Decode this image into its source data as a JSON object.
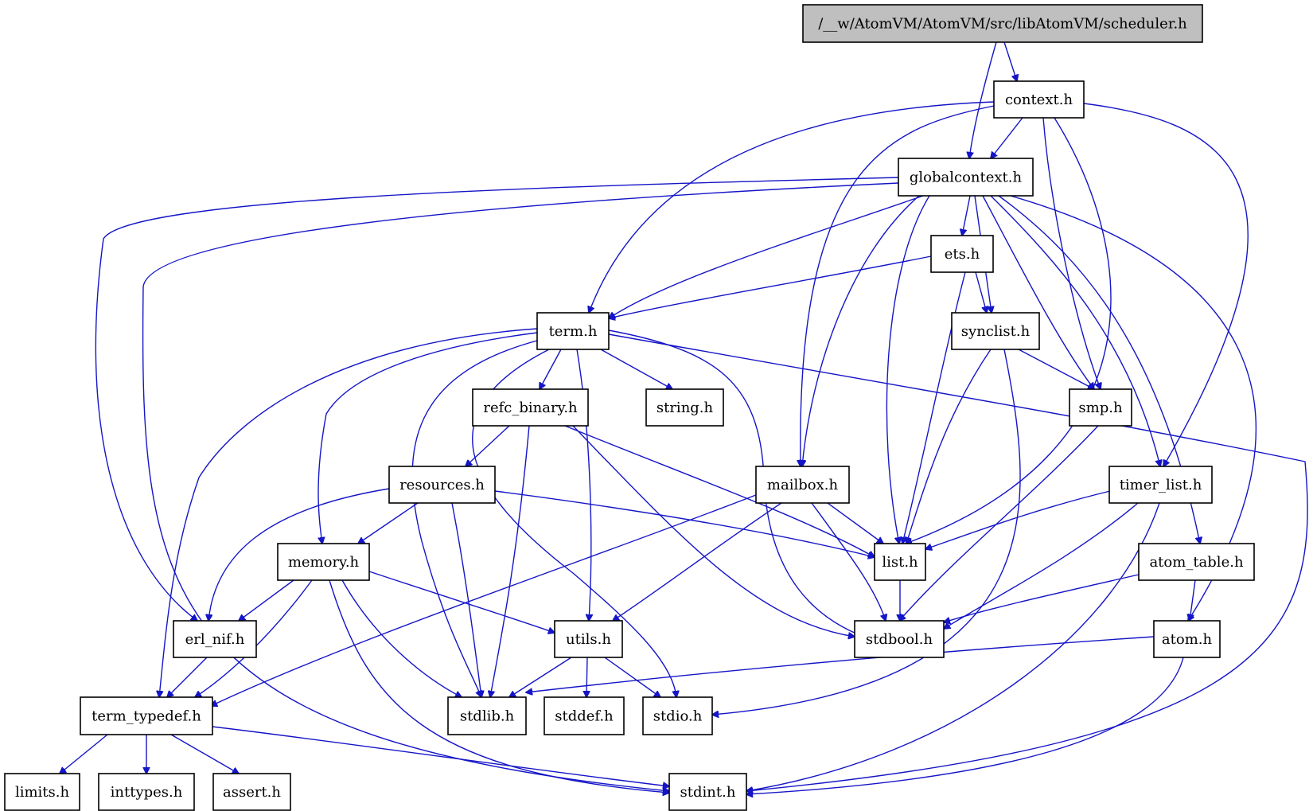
{
  "graph": {
    "root": "scheduler",
    "nodes": [
      {
        "id": "scheduler",
        "label": "/__w/AtomVM/AtomVM/src/libAtomVM/scheduler.h"
      },
      {
        "id": "context",
        "label": "context.h"
      },
      {
        "id": "globalcontext",
        "label": "globalcontext.h"
      },
      {
        "id": "ets",
        "label": "ets.h"
      },
      {
        "id": "term",
        "label": "term.h"
      },
      {
        "id": "synclist",
        "label": "synclist.h"
      },
      {
        "id": "refc_binary",
        "label": "refc_binary.h"
      },
      {
        "id": "string",
        "label": "string.h"
      },
      {
        "id": "smp",
        "label": "smp.h"
      },
      {
        "id": "resources",
        "label": "resources.h"
      },
      {
        "id": "mailbox",
        "label": "mailbox.h"
      },
      {
        "id": "timer_list",
        "label": "timer_list.h"
      },
      {
        "id": "memory",
        "label": "memory.h"
      },
      {
        "id": "list",
        "label": "list.h"
      },
      {
        "id": "atom_table",
        "label": "atom_table.h"
      },
      {
        "id": "erl_nif",
        "label": "erl_nif.h"
      },
      {
        "id": "utils",
        "label": "utils.h"
      },
      {
        "id": "stdbool",
        "label": "stdbool.h"
      },
      {
        "id": "atom",
        "label": "atom.h"
      },
      {
        "id": "term_typedef",
        "label": "term_typedef.h"
      },
      {
        "id": "stdlib",
        "label": "stdlib.h"
      },
      {
        "id": "stddef",
        "label": "stddef.h"
      },
      {
        "id": "stdio",
        "label": "stdio.h"
      },
      {
        "id": "limits",
        "label": "limits.h"
      },
      {
        "id": "inttypes",
        "label": "inttypes.h"
      },
      {
        "id": "assert",
        "label": "assert.h"
      },
      {
        "id": "stdint",
        "label": "stdint.h"
      }
    ],
    "edges": [
      [
        "scheduler",
        "context"
      ],
      [
        "scheduler",
        "globalcontext"
      ],
      [
        "context",
        "globalcontext"
      ],
      [
        "context",
        "term"
      ],
      [
        "context",
        "mailbox"
      ],
      [
        "context",
        "smp"
      ],
      [
        "context",
        "list"
      ],
      [
        "context",
        "timer_list"
      ],
      [
        "globalcontext",
        "ets"
      ],
      [
        "globalcontext",
        "term"
      ],
      [
        "globalcontext",
        "synclist"
      ],
      [
        "globalcontext",
        "smp"
      ],
      [
        "globalcontext",
        "mailbox"
      ],
      [
        "globalcontext",
        "list"
      ],
      [
        "globalcontext",
        "timer_list"
      ],
      [
        "globalcontext",
        "atom_table"
      ],
      [
        "globalcontext",
        "atom"
      ],
      [
        "globalcontext",
        "erl_nif"
      ],
      [
        "globalcontext",
        "stdint"
      ],
      [
        "ets",
        "term"
      ],
      [
        "ets",
        "synclist"
      ],
      [
        "ets",
        "list"
      ],
      [
        "synclist",
        "smp"
      ],
      [
        "synclist",
        "list"
      ],
      [
        "synclist",
        "stdio"
      ],
      [
        "smp",
        "stdbool"
      ],
      [
        "term",
        "refc_binary"
      ],
      [
        "term",
        "string"
      ],
      [
        "term",
        "memory"
      ],
      [
        "term",
        "utils"
      ],
      [
        "term",
        "stdbool"
      ],
      [
        "term",
        "stdlib"
      ],
      [
        "term",
        "stdio"
      ],
      [
        "term",
        "stdint"
      ],
      [
        "term",
        "term_typedef"
      ],
      [
        "refc_binary",
        "resources"
      ],
      [
        "refc_binary",
        "list"
      ],
      [
        "refc_binary",
        "stdbool"
      ],
      [
        "refc_binary",
        "stdlib"
      ],
      [
        "resources",
        "memory"
      ],
      [
        "resources",
        "list"
      ],
      [
        "resources",
        "erl_nif"
      ],
      [
        "resources",
        "stdlib"
      ],
      [
        "mailbox",
        "list"
      ],
      [
        "mailbox",
        "utils"
      ],
      [
        "mailbox",
        "stdbool"
      ],
      [
        "mailbox",
        "term_typedef"
      ],
      [
        "timer_list",
        "list"
      ],
      [
        "timer_list",
        "stdbool"
      ],
      [
        "timer_list",
        "stdint"
      ],
      [
        "memory",
        "erl_nif"
      ],
      [
        "memory",
        "utils"
      ],
      [
        "memory",
        "term_typedef"
      ],
      [
        "memory",
        "stdlib"
      ],
      [
        "memory",
        "stdint"
      ],
      [
        "list",
        "stdbool"
      ],
      [
        "atom_table",
        "atom"
      ],
      [
        "atom_table",
        "stdbool"
      ],
      [
        "atom",
        "stdlib"
      ],
      [
        "atom",
        "stdint"
      ],
      [
        "erl_nif",
        "term_typedef"
      ],
      [
        "utils",
        "stdlib"
      ],
      [
        "utils",
        "stddef"
      ],
      [
        "utils",
        "stdio"
      ],
      [
        "term_typedef",
        "limits"
      ],
      [
        "term_typedef",
        "inttypes"
      ],
      [
        "term_typedef",
        "assert"
      ],
      [
        "term_typedef",
        "stdint"
      ]
    ]
  }
}
